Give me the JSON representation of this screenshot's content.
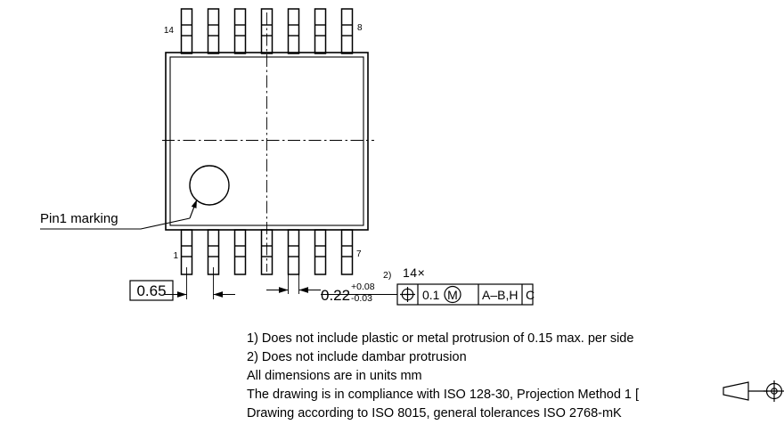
{
  "drawing": {
    "title_fragment": "",
    "package": {
      "pin_label_top_left": "14",
      "pin_label_top_right": "8",
      "pin_label_bottom_left": "1",
      "pin_label_bottom_right": "7",
      "pin_count_top": 7,
      "pin_count_bottom": 7
    },
    "annotations": {
      "pin1_marking_label": "Pin1 marking"
    },
    "dimensions": {
      "pitch": {
        "value": "0.65",
        "boxed": true
      },
      "lead_width": {
        "value": "0.22",
        "tol_upper": "+0.08",
        "tol_lower": "-0.03",
        "footnote_ref": "2)"
      }
    },
    "feature_control_frame": {
      "quantity": "14×",
      "symbol": "position-symbol",
      "tolerance": "0.1",
      "material_modifier": "M",
      "datum_primary": "A–B,H",
      "datum_secondary": "C"
    },
    "notes": [
      "1) Does not include plastic or metal protrusion of 0.15 max. per side",
      "2) Does not include dambar protrusion",
      "All dimensions are in units mm",
      "The drawing is in compliance with ISO 128-30, Projection Method 1 [",
      "Drawing according to ISO 8015, general tolerances ISO 2768-mK"
    ],
    "notes_projection_suffix": "",
    "colors": {
      "line": "#000000",
      "background": "#ffffff"
    }
  }
}
